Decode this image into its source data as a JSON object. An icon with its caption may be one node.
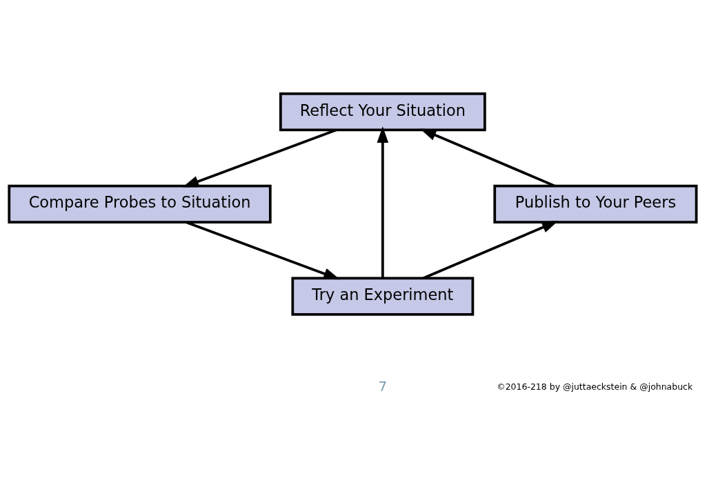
{
  "diagram": {
    "nodes": [
      {
        "text": [
          "Reflect Your Situation"
        ]
      },
      {
        "text": [
          "Compare Probes to Situation"
        ]
      },
      {
        "text": [
          "Try an Experiment"
        ]
      },
      {
        "text": [
          "Publish to Your Peers"
        ]
      }
    ],
    "edges": [
      {
        "from": 0,
        "to": 1,
        "arrow": "to"
      },
      {
        "from": 1,
        "to": 2,
        "arrow": "to"
      },
      {
        "from": 2,
        "to": 3,
        "arrow": "to"
      },
      {
        "from": 3,
        "to": 0,
        "arrow": "to"
      },
      {
        "from": 2,
        "to": 0,
        "arrow": "to"
      }
    ],
    "labels": [
      "7",
      "©2016-218 by @juttaeckstein & @johnabuck"
    ]
  }
}
